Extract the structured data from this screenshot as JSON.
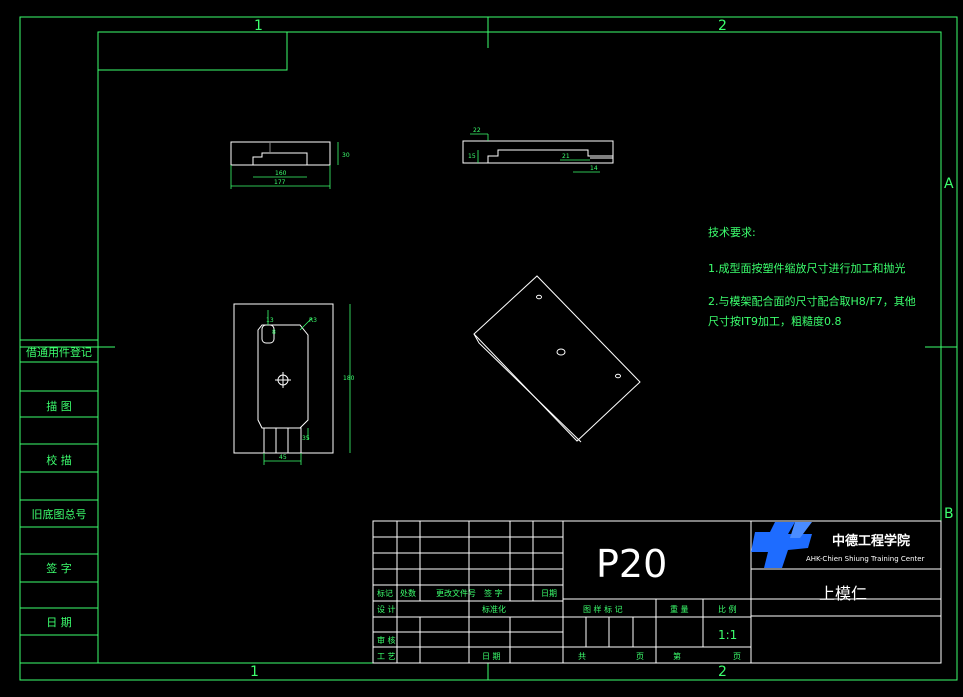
{
  "colors": {
    "frame": "#3cff6e",
    "geometry": "#ffffff",
    "notes": "#3cff6e",
    "logo": "#1e6cff",
    "background": "#000000"
  },
  "zones": {
    "top": [
      "1",
      "2"
    ],
    "bottom": [
      "1",
      "2"
    ],
    "right": [
      "A",
      "B"
    ]
  },
  "side_table": [
    "借通用件登记",
    "描  图",
    "校  描",
    "旧底图总号",
    "签  字",
    "日  期"
  ],
  "technical_notes": {
    "title": "技术要求:",
    "items": [
      "1.成型面按塑件缩放尺寸进行加工和抛光",
      "2.与模架配合面的尺寸配合取H8/F7，其他",
      "尺寸按IT9加工，粗糙度0.8"
    ]
  },
  "title_block": {
    "part_code": "P20",
    "part_name": "上模仁",
    "company_name": "中德工程学院",
    "company_subtitle": "AHK-Chien Shiung Training Center",
    "scale": "1:1",
    "header_row": [
      "标记",
      "处数",
      "更改文件号",
      "签 字",
      "日期"
    ],
    "design_row": [
      "设 计",
      "标准化"
    ],
    "check_row": [
      "审 核"
    ],
    "process_row": [
      "工 艺",
      "日 期"
    ],
    "stage_headers": [
      "图 样 标 记",
      "重 量",
      "比 例"
    ],
    "sheet_row": [
      "共",
      "页",
      "第",
      "页"
    ]
  },
  "dimensions": {
    "top_view": [
      "160",
      "30",
      "177"
    ],
    "front_view": [
      "22",
      "15",
      "21",
      "14"
    ],
    "plan_view": [
      "13",
      "8",
      "R3",
      "180",
      "35",
      "45"
    ]
  }
}
